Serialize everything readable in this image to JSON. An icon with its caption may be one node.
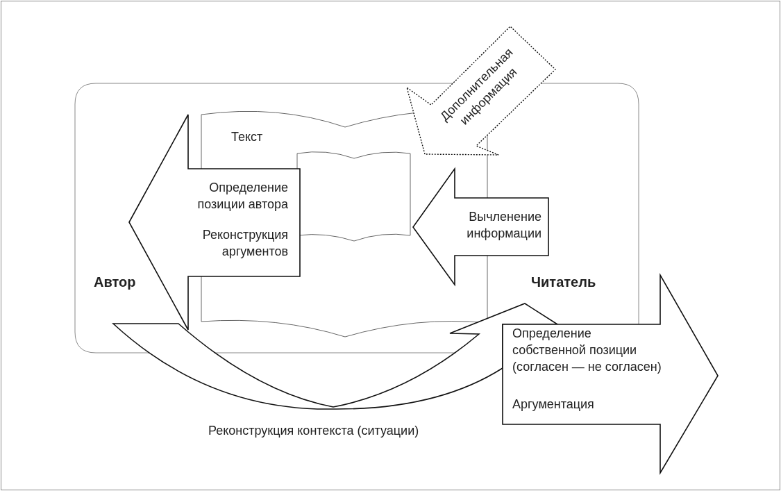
{
  "diagram": {
    "nodes": [
      {
        "text": [
          "Автор",
          "Читатель"
        ]
      },
      {
        "text": [
          "Текст"
        ],
        "in": 0
      },
      {
        "text": [],
        "shape": "box",
        "in": 1
      },
      {
        "text": [
          "Определение позиции автора",
          "Реконструкция аргументов"
        ],
        "in": 0
      },
      {
        "text": [
          "Дополнительная информация"
        ]
      },
      {
        "text": [
          "Вычленение информации"
        ],
        "in": 0
      },
      {
        "text": [],
        "shape": "arrow",
        "beside": [
          "Реконструкция контекста (ситуации)"
        ]
      },
      {
        "text": [
          "Определение собственной позиции (согласен — не согласен)",
          "Аргументация"
        ]
      }
    ],
    "edges": []
  }
}
